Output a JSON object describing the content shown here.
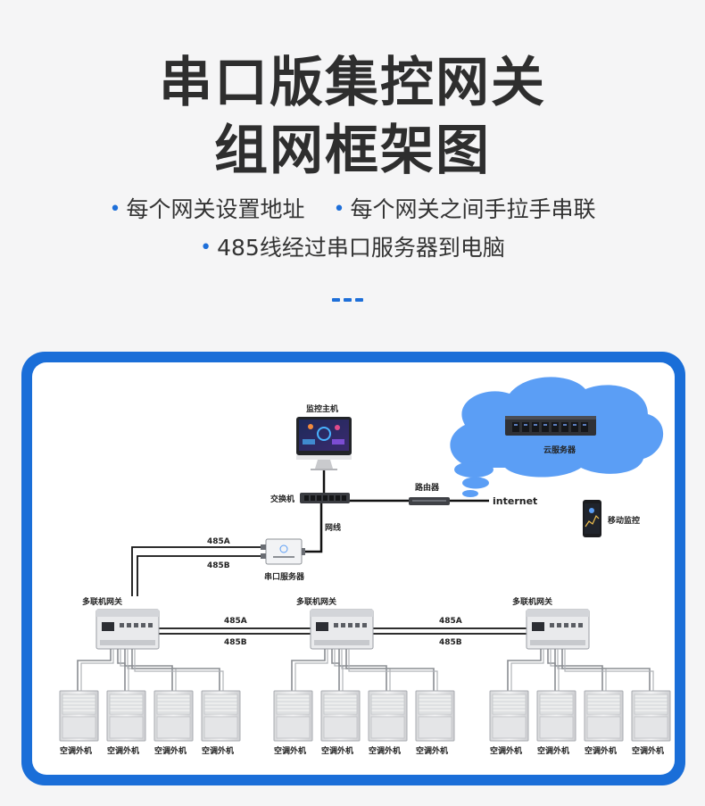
{
  "heading": {
    "line1": "串口版集控网关",
    "line2": "组网框架图"
  },
  "bullets": {
    "row1": [
      "每个网关设置地址",
      "每个网关之间手拉手串联"
    ],
    "row2": [
      "485线经过串口服务器到电脑"
    ]
  },
  "diagram": {
    "monitor_host": "监控主机",
    "cloud_server": "云服务器",
    "switch": "交换机",
    "router": "路由器",
    "internet": "internet",
    "mobile": "移动监控",
    "network_cable": "网线",
    "serial_server": "串口服务器",
    "bus_a": "485A",
    "bus_b": "485B",
    "gateways": [
      {
        "label": "多联机网关",
        "units": [
          "空调外机",
          "空调外机",
          "空调外机",
          "空调外机"
        ]
      },
      {
        "label": "多联机网关",
        "units": [
          "空调外机",
          "空调外机",
          "空调外机",
          "空调外机"
        ]
      },
      {
        "label": "多联机网关",
        "units": [
          "空调外机",
          "空调外机",
          "空调外机",
          "空调外机"
        ]
      }
    ],
    "colors": {
      "frame": "#1a6ed8",
      "cloud": "#5b9ef5",
      "accent": "#1e6fd9"
    }
  }
}
